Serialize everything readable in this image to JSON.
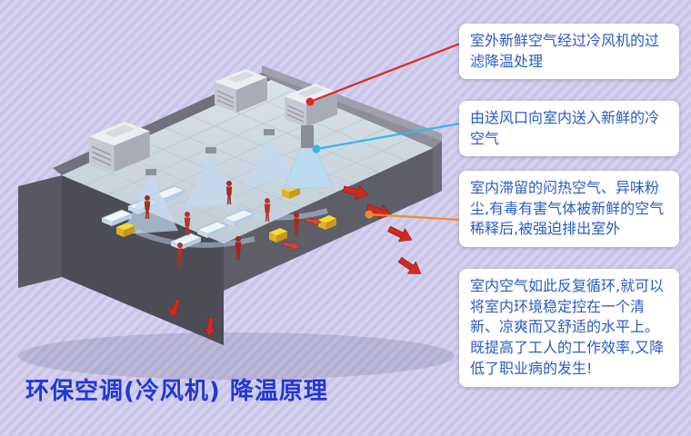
{
  "page": {
    "title": "环保空调(冷风机) 降温原理",
    "colors": {
      "background_stripe_a": "#c9c5e7",
      "background_stripe_b": "#d5d1ef",
      "title_blue": "#2337d6",
      "callout_text_blue": "#2b5ac6"
    }
  },
  "callouts": [
    {
      "text": "室外新鲜空气经过冷风机的过滤降温处理",
      "line_color": "#dc2a1e",
      "target": "rooftop-cooling-unit"
    },
    {
      "text": "由送风口向室内送入新鲜的冷空气",
      "line_color": "#3ab7e6",
      "target": "indoor-air-supply-outlet"
    },
    {
      "text": "室内滞留的闷热空气、异味粉尘,有毒有害气体被新鲜的空气稀释后,被强迫排出室外",
      "line_color": "#f08c28",
      "target": "exhaust-air-outlet"
    },
    {
      "text": "室内空气如此反复循环,就可以将室内环境稳定控在一个清新、凉爽而又舒适的水平上。既提高了工人的工作效率,又降低了职业病的发生!",
      "line_color": null,
      "target": null
    }
  ],
  "illustration": {
    "elements": [
      "factory-building-cutaway",
      "rooftop-cooling-units",
      "air-supply-duct-and-diffuser-cones",
      "workers",
      "workstations",
      "exhaust-air-arrows"
    ]
  }
}
